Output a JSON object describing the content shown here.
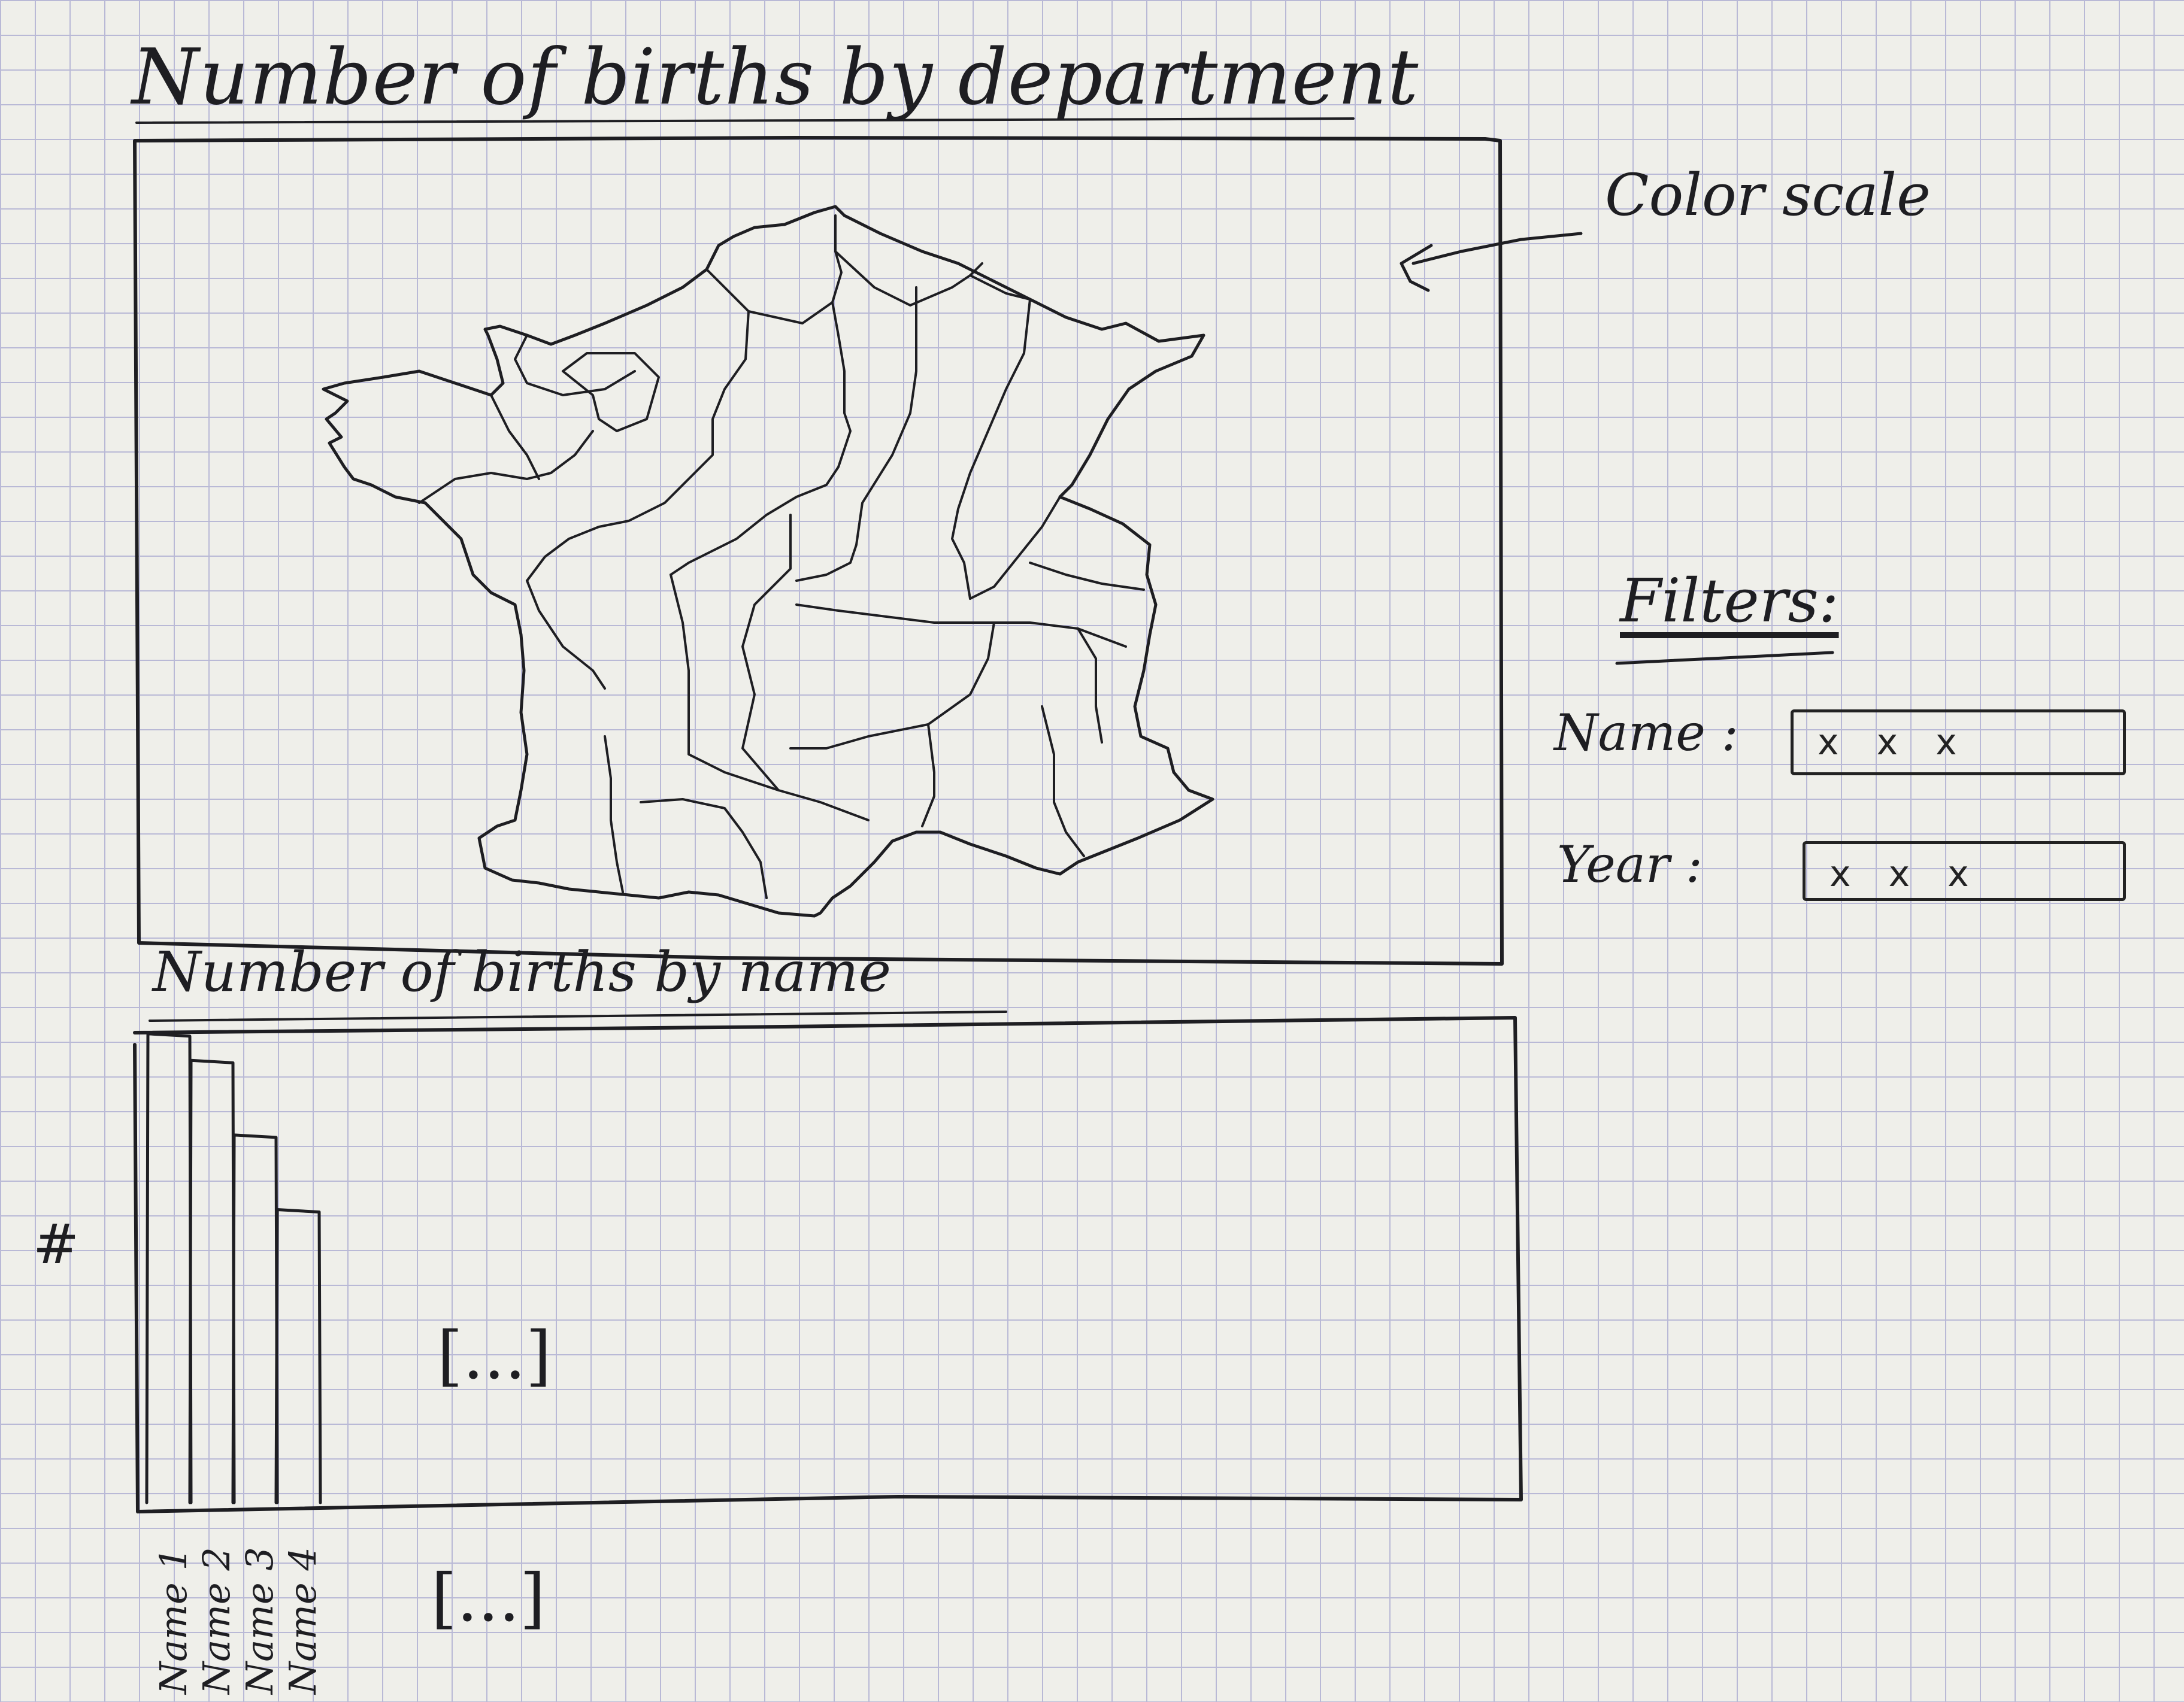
{
  "map_panel": {
    "title": "Number of births by department",
    "color_scale_label": "Color scale"
  },
  "filters": {
    "title": "Filters:",
    "name": {
      "label": "Name :",
      "value": "x x x"
    },
    "year": {
      "label": "Year :",
      "value": "x x x"
    }
  },
  "bar_panel": {
    "title": "Number of births by name",
    "more_bars_placeholder": "[...]",
    "more_names_placeholder": "[...]"
  },
  "chart_data": {
    "type": "bar",
    "title": "Number of births by name",
    "xlabel": "",
    "ylabel": "#",
    "categories": [
      "Name 1",
      "Name 2",
      "Name 3",
      "Name 4"
    ],
    "values": [
      0.88,
      0.83,
      0.69,
      0.55
    ],
    "value_scale": "relative (sketch, no numeric axis)",
    "ylim": [
      0,
      1
    ],
    "grid": false,
    "legend": "none"
  },
  "colors": {
    "ink": "#1e1e22",
    "paper": "#efefea",
    "grid": "#b9b9d6"
  }
}
